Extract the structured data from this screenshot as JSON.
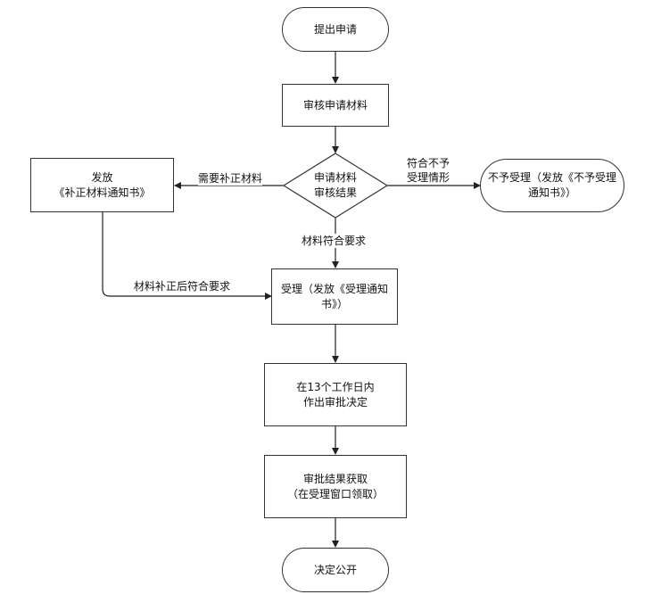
{
  "nodes": {
    "start": "提出申请",
    "review": "审核申请材料",
    "decision_l1": "申请材料",
    "decision_l2": "审核结果",
    "notify_l1": "发放",
    "notify_l2": "《补正材料通知书》",
    "reject_l1": "不予受理（发放《不予受理",
    "reject_l2": "通知书》）",
    "accept_l1": "受理（发放《受理通知",
    "accept_l2": "书》）",
    "approve_l1": "在13个工作日内",
    "approve_l2": "作出审批决定",
    "result_l1": "审批结果获取",
    "result_l2": "（在受理窗口领取）",
    "end": "决定公开"
  },
  "edges": {
    "need_supplement": "需要补正材料",
    "not_qualified_l1": "符合不予",
    "not_qualified_l2": "受理情形",
    "meets_requirements": "材料符合要求",
    "after_supplement": "材料补正后符合要求"
  }
}
